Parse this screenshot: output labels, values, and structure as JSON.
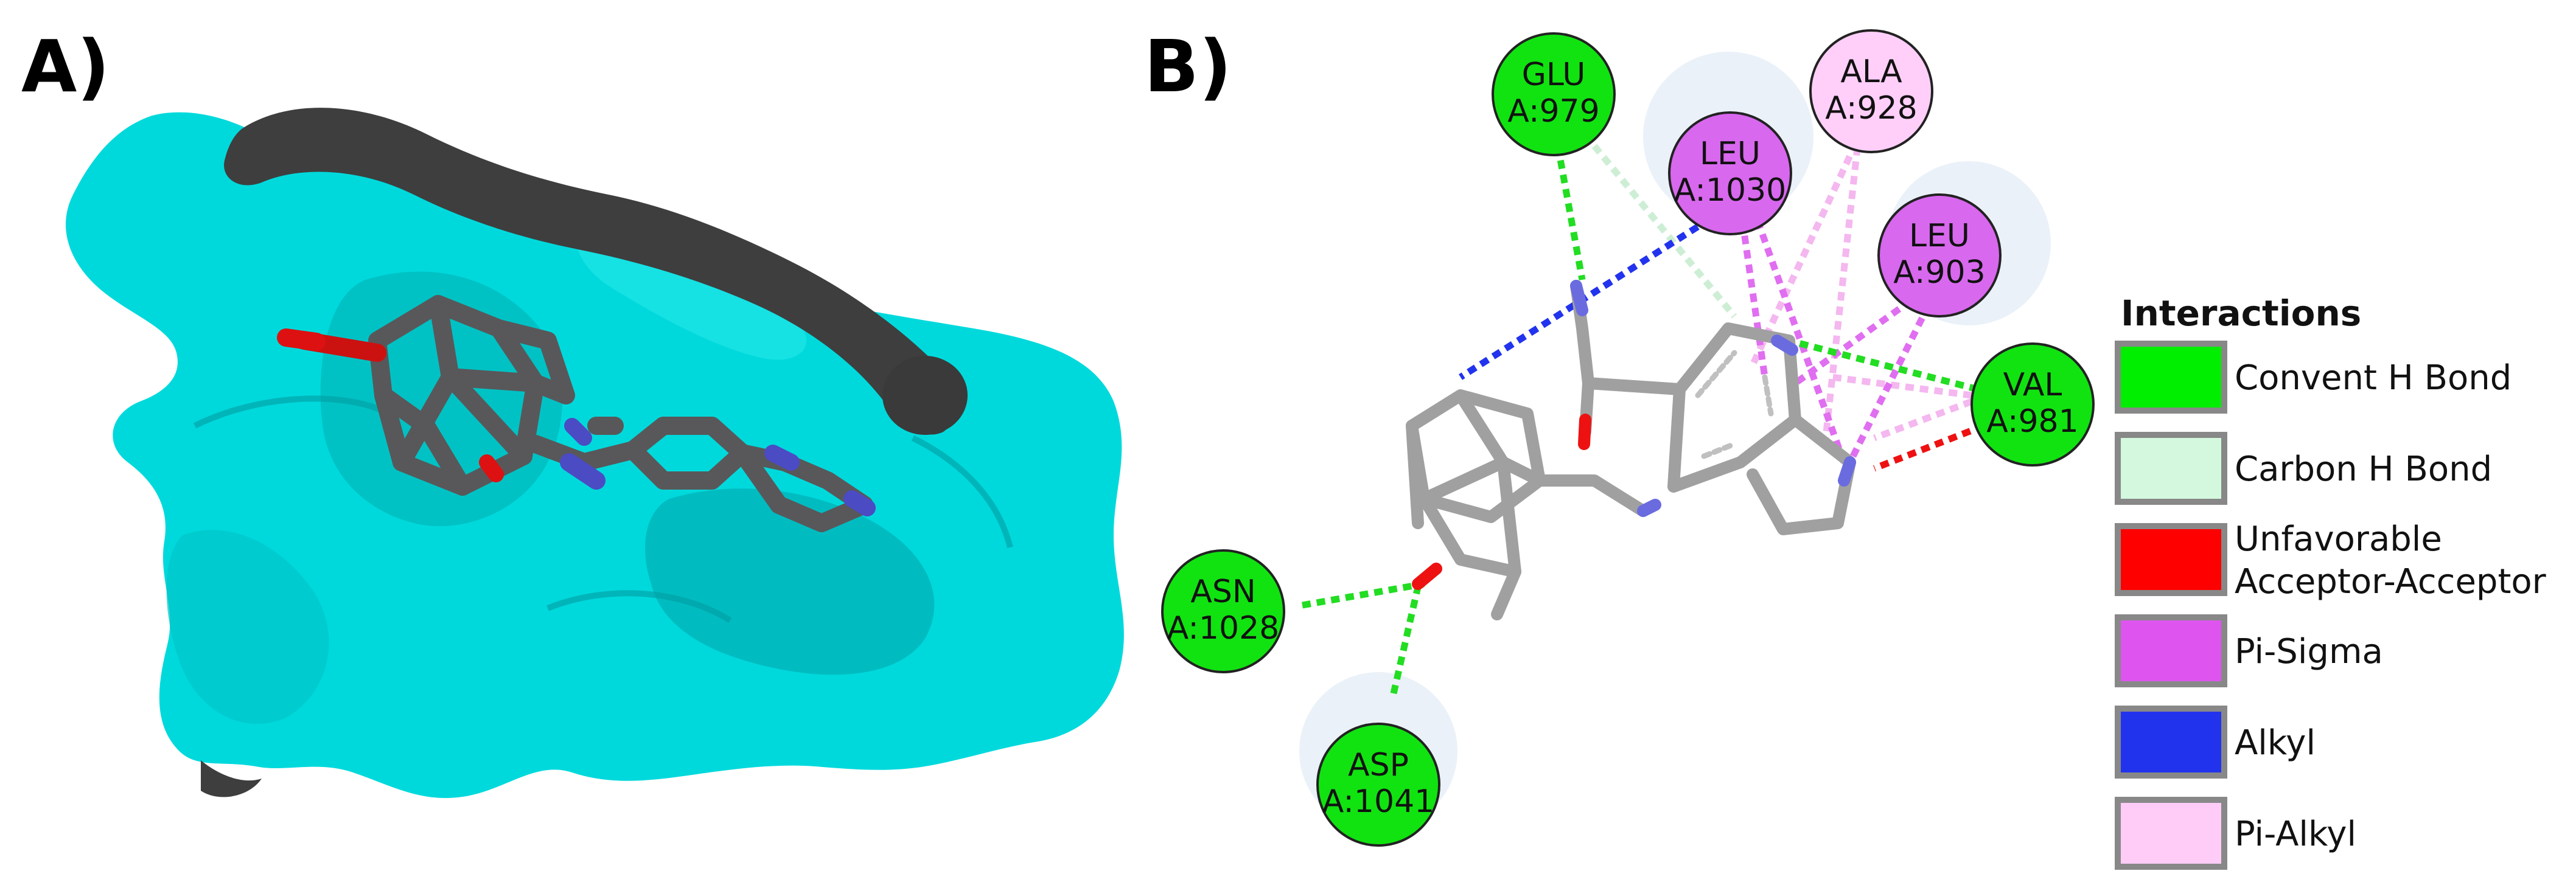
{
  "panels": {
    "a_label": "A)",
    "b_label": "B)"
  },
  "residues": [
    {
      "id": "glu979",
      "name": "GLU",
      "chain_id": "A:979",
      "type": "Convent H Bond"
    },
    {
      "id": "ala928",
      "name": "ALA",
      "chain_id": "A:928",
      "type": "Pi-Alkyl"
    },
    {
      "id": "leu1030",
      "name": "LEU",
      "chain_id": "A:1030",
      "type": "Pi-Sigma"
    },
    {
      "id": "leu903",
      "name": "LEU",
      "chain_id": "A:903",
      "type": "Pi-Sigma"
    },
    {
      "id": "val981",
      "name": "VAL",
      "chain_id": "A:981",
      "type": "Convent H Bond"
    },
    {
      "id": "asn1028",
      "name": "ASN",
      "chain_id": "A:1028",
      "type": "Convent H Bond"
    },
    {
      "id": "asp1041",
      "name": "ASP",
      "chain_id": "A:1041",
      "type": "Convent H Bond"
    }
  ],
  "legend": {
    "title": "Interactions",
    "items": [
      {
        "label": "Convent H Bond",
        "color": "#00ee00"
      },
      {
        "label": "Carbon H Bond",
        "color": "#d4f8de"
      },
      {
        "label": "Unfavorable",
        "label2": "Acceptor-Acceptor",
        "color": "#ff0000"
      },
      {
        "label": "Pi-Sigma",
        "color": "#dd55ee"
      },
      {
        "label": "Alkyl",
        "color": "#2233ee"
      },
      {
        "label": "Pi-Alkyl",
        "color": "#ffccf7"
      }
    ]
  },
  "colors": {
    "surface": "#00d9dc",
    "surface_dark": "#00aeb3",
    "ribbon": "#3d3d3d",
    "ligand_3d": "#5a5a5c",
    "ligand_2d": "#9a9a9a",
    "nitrogen": "#4a4ad0",
    "oxygen": "#dd1111"
  }
}
